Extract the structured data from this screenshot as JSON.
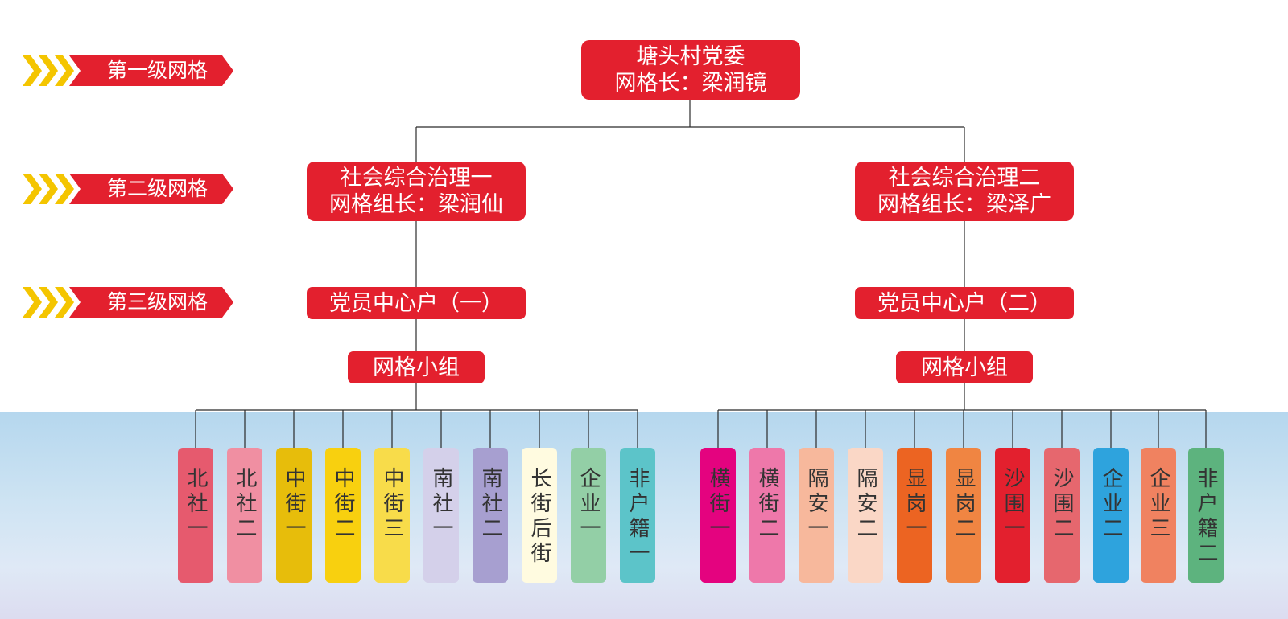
{
  "levels": [
    "第一级网格",
    "第二级网格",
    "第三级网格"
  ],
  "root": {
    "line1": "塘头村党委",
    "line2": "网格长：梁润镜"
  },
  "branches": [
    {
      "line1": "社会综合治理一",
      "line2": "网格组长：梁润仙",
      "center": "党员中心户（一）",
      "group": "网格小组",
      "leaves": [
        {
          "label": "北社一",
          "color": "#e65a6e",
          "text_color": "#333333"
        },
        {
          "label": "北社二",
          "color": "#f08fa2",
          "text_color": "#333333"
        },
        {
          "label": "中街一",
          "color": "#e7bd0b",
          "text_color": "#333333"
        },
        {
          "label": "中街二",
          "color": "#f8d00f",
          "text_color": "#333333"
        },
        {
          "label": "中街三",
          "color": "#f8dc4a",
          "text_color": "#333333"
        },
        {
          "label": "南社一",
          "color": "#d4d0ea",
          "text_color": "#333333"
        },
        {
          "label": "南社二",
          "color": "#a79fd0",
          "text_color": "#333333"
        },
        {
          "label": "长街后街",
          "color": "#fffbe0",
          "text_color": "#333333"
        },
        {
          "label": "企业一",
          "color": "#93cfa6",
          "text_color": "#333333"
        },
        {
          "label": "非户籍一",
          "color": "#5cc4c9",
          "text_color": "#333333"
        }
      ]
    },
    {
      "line1": "社会综合治理二",
      "line2": "网格组长：梁泽广",
      "center": "党员中心户（二）",
      "group": "网格小组",
      "leaves": [
        {
          "label": "横街一",
          "color": "#e4037f",
          "text_color": "#333333"
        },
        {
          "label": "横街二",
          "color": "#ee78aa",
          "text_color": "#333333"
        },
        {
          "label": "隔安一",
          "color": "#f7b89c",
          "text_color": "#333333"
        },
        {
          "label": "隔安二",
          "color": "#fad7c6",
          "text_color": "#333333"
        },
        {
          "label": "显岗一",
          "color": "#ec6422",
          "text_color": "#333333"
        },
        {
          "label": "显岗二",
          "color": "#f08542",
          "text_color": "#333333"
        },
        {
          "label": "沙围一",
          "color": "#e3202e",
          "text_color": "#333333"
        },
        {
          "label": "沙围二",
          "color": "#e6676e",
          "text_color": "#333333"
        },
        {
          "label": "企业二",
          "color": "#2ea3dd",
          "text_color": "#333333"
        },
        {
          "label": "企业三",
          "color": "#f08260",
          "text_color": "#333333"
        },
        {
          "label": "非户籍二",
          "color": "#5db37e",
          "text_color": "#333333"
        }
      ]
    }
  ]
}
